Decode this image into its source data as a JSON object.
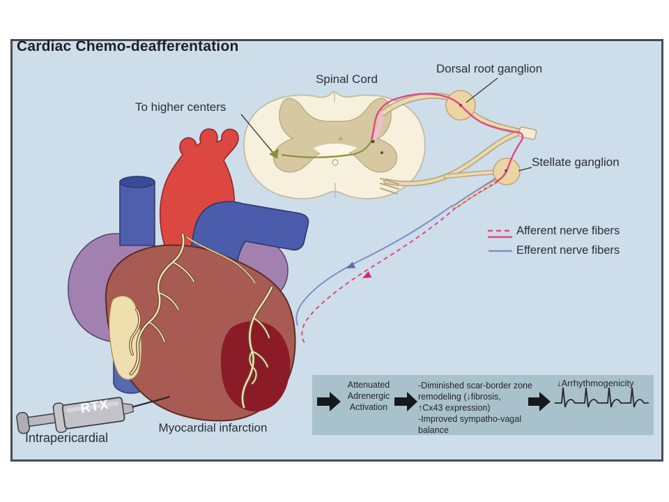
{
  "title": "Cardiac Chemo-deafferentation",
  "labels": {
    "spinal_cord": "Spinal Cord",
    "dorsal_root_ganglion": "Dorsal root ganglion",
    "to_higher_centers": "To higher centers",
    "stellate_ganglion": "Stellate ganglion",
    "myocardial_infarction": "Myocardial infarction",
    "intrapericardial": "Intrapericardial",
    "syringe_drug": "RTX"
  },
  "legend": {
    "afferent_label": "Afferent nerve fibers",
    "efferent_label": "Efferent nerve fibers",
    "afferent_color": "#e0487f",
    "efferent_color": "#7d8ec4"
  },
  "flowchart": {
    "step1": "Attenuated\nAdrenergic\nActivation",
    "step2": "-Diminished scar-border zone\nremodeling (↓fibrosis,\n↑Cx43 expression)\n-Improved sympatho-vagal\nbalance",
    "step3": "↓Arrhythmogenicity"
  },
  "colors": {
    "background": "#ffffff",
    "panel": "#cdddea",
    "flow_box": "#a9c1ca",
    "afferent_pink": "#e0487f",
    "efferent_blue": "#7d8ec4",
    "heart_muscle": "#a85b52",
    "infarct": "#8c1b28",
    "spinal_cord_cream": "#f7f0dd",
    "gray_matter_tan": "#d6c9a2",
    "ganglion_tan": "#ecd4a4"
  }
}
